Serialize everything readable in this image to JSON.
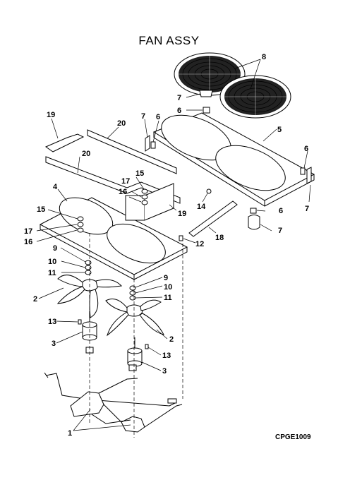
{
  "title": "FAN ASSY",
  "drawing_code": "CPGE1009",
  "callouts": [
    {
      "id": "c8",
      "text": "8"
    },
    {
      "id": "c7a",
      "text": "7"
    },
    {
      "id": "c6a",
      "text": "6"
    },
    {
      "id": "c19a",
      "text": "19"
    },
    {
      "id": "c20a",
      "text": "20"
    },
    {
      "id": "c7b",
      "text": "7"
    },
    {
      "id": "c6b",
      "text": "6"
    },
    {
      "id": "c5",
      "text": "5"
    },
    {
      "id": "c20b",
      "text": "20"
    },
    {
      "id": "c6c",
      "text": "6"
    },
    {
      "id": "c15a",
      "text": "15"
    },
    {
      "id": "c17a",
      "text": "17"
    },
    {
      "id": "c4",
      "text": "4"
    },
    {
      "id": "c16a",
      "text": "16"
    },
    {
      "id": "c7c",
      "text": "7"
    },
    {
      "id": "c14",
      "text": "14"
    },
    {
      "id": "c6d",
      "text": "6"
    },
    {
      "id": "c15b",
      "text": "15"
    },
    {
      "id": "c19b",
      "text": "19"
    },
    {
      "id": "c17b",
      "text": "17"
    },
    {
      "id": "c7d",
      "text": "7"
    },
    {
      "id": "c16b",
      "text": "16"
    },
    {
      "id": "c18",
      "text": "18"
    },
    {
      "id": "c12",
      "text": "12"
    },
    {
      "id": "c9a",
      "text": "9"
    },
    {
      "id": "c10a",
      "text": "10"
    },
    {
      "id": "c11a",
      "text": "11"
    },
    {
      "id": "c9b",
      "text": "9"
    },
    {
      "id": "c10b",
      "text": "10"
    },
    {
      "id": "c2a",
      "text": "2"
    },
    {
      "id": "c11b",
      "text": "11"
    },
    {
      "id": "c13a",
      "text": "13"
    },
    {
      "id": "c2b",
      "text": "2"
    },
    {
      "id": "c3a",
      "text": "3"
    },
    {
      "id": "c13b",
      "text": "13"
    },
    {
      "id": "c3b",
      "text": "3"
    },
    {
      "id": "c1",
      "text": "1"
    }
  ]
}
